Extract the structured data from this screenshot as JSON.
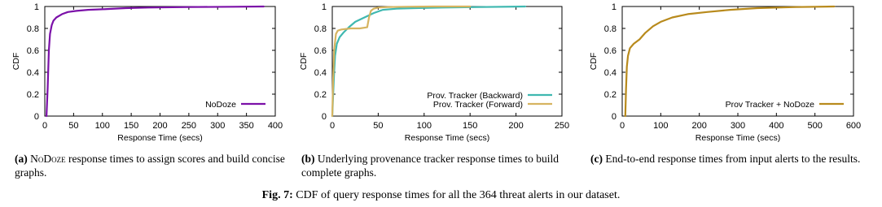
{
  "figure": {
    "label": "Fig. 7:",
    "text": "CDF of query response times for all the 364 threat alerts in our dataset."
  },
  "panels": [
    {
      "caption_label": "(a)",
      "caption_sc": "NoDoze",
      "caption_text": " response times to assign scores and build concise graphs."
    },
    {
      "caption_label": "(b)",
      "caption_sc": "",
      "caption_text": "Underlying provenance tracker response times to build complete graphs."
    },
    {
      "caption_label": "(c)",
      "caption_sc": "",
      "caption_text": "End-to-end response times from input alerts to the results."
    }
  ],
  "chart_data": [
    {
      "type": "line",
      "xlabel": "Response Time (secs)",
      "ylabel": "CDF",
      "xlim": [
        0,
        400
      ],
      "ylim": [
        0,
        1
      ],
      "xticks": [
        0,
        50,
        100,
        150,
        200,
        250,
        300,
        350,
        400
      ],
      "yticks": [
        0,
        0.2,
        0.4,
        0.6,
        0.8,
        1
      ],
      "ytick_labels": [
        "0",
        "0.2",
        "0.4",
        "0.6",
        "0.8",
        "1"
      ],
      "legend_position": "bottom-right",
      "series": [
        {
          "name": "NoDoze",
          "color": "#7b10a8",
          "x": [
            3,
            5,
            7,
            9,
            12,
            15,
            20,
            30,
            40,
            55,
            75,
            100,
            140,
            180,
            250,
            330,
            380
          ],
          "y": [
            0,
            0.25,
            0.6,
            0.75,
            0.83,
            0.87,
            0.9,
            0.93,
            0.95,
            0.96,
            0.97,
            0.975,
            0.985,
            0.99,
            0.995,
            0.998,
            1.0
          ]
        }
      ]
    },
    {
      "type": "line",
      "xlabel": "Response Time (secs)",
      "ylabel": "CDF",
      "xlim": [
        0,
        250
      ],
      "ylim": [
        0,
        1
      ],
      "xticks": [
        0,
        50,
        100,
        150,
        200,
        250
      ],
      "yticks": [
        0,
        0.2,
        0.4,
        0.6,
        0.8,
        1
      ],
      "ytick_labels": [
        "0",
        "0.2",
        "0.4",
        "0.6",
        "0.8",
        "1"
      ],
      "legend_position": "bottom-right",
      "series": [
        {
          "name": "Prov. Tracker (Backward)",
          "color": "#3fb8b0",
          "x": [
            0,
            1,
            2,
            3,
            5,
            8,
            12,
            18,
            25,
            35,
            45,
            55,
            70,
            90,
            120,
            160,
            210
          ],
          "y": [
            0,
            0.2,
            0.4,
            0.55,
            0.66,
            0.72,
            0.76,
            0.81,
            0.86,
            0.9,
            0.94,
            0.97,
            0.98,
            0.985,
            0.99,
            0.995,
            1.0
          ]
        },
        {
          "name": "Prov. Tracker (Forward)",
          "color": "#d6b460",
          "x": [
            0,
            1,
            2,
            4,
            6,
            10,
            20,
            30,
            38,
            40,
            42,
            45,
            50,
            60,
            80,
            110,
            150
          ],
          "y": [
            0,
            0.35,
            0.6,
            0.75,
            0.78,
            0.79,
            0.8,
            0.8,
            0.81,
            0.9,
            0.96,
            0.98,
            0.99,
            0.995,
            0.998,
            1.0,
            1.0
          ]
        }
      ]
    },
    {
      "type": "line",
      "xlabel": "Response Time (secs)",
      "ylabel": "CDF",
      "xlim": [
        0,
        600
      ],
      "ylim": [
        0,
        1
      ],
      "xticks": [
        0,
        100,
        200,
        300,
        400,
        500,
        600
      ],
      "yticks": [
        0,
        0.2,
        0.4,
        0.6,
        0.8,
        1
      ],
      "ytick_labels": [
        "0",
        "0.2",
        "0.4",
        "0.6",
        "0.8",
        "1"
      ],
      "legend_position": "bottom-right",
      "series": [
        {
          "name": "Prov Tracker + NoDoze",
          "color": "#b88a1c",
          "x": [
            8,
            10,
            12,
            15,
            20,
            30,
            45,
            60,
            80,
            100,
            130,
            170,
            220,
            280,
            350,
            450,
            550
          ],
          "y": [
            0,
            0.25,
            0.45,
            0.55,
            0.62,
            0.66,
            0.7,
            0.76,
            0.82,
            0.86,
            0.9,
            0.93,
            0.95,
            0.97,
            0.985,
            0.995,
            1.0
          ]
        }
      ]
    }
  ]
}
